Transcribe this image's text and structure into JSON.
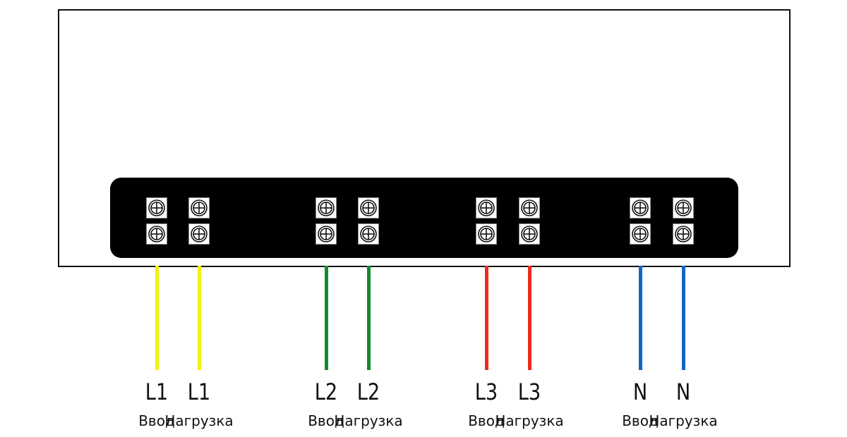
{
  "colors": {
    "frame": "#111111",
    "strip": "#000000",
    "L1": "#f2f20a",
    "L2": "#138a2d",
    "L3": "#ee2a1e",
    "N": "#1565c8"
  },
  "terminal_icon": "screw-terminal-icon",
  "wires": [
    {
      "id": "l1-in",
      "label": "L1",
      "role": "Ввод",
      "color": "#f2f20a"
    },
    {
      "id": "l1-load",
      "label": "L1",
      "role": "Нагрузка",
      "color": "#f2f20a"
    },
    {
      "id": "l2-in",
      "label": "L2",
      "role": "Ввод",
      "color": "#138a2d"
    },
    {
      "id": "l2-load",
      "label": "L2",
      "role": "Нагрузка",
      "color": "#138a2d"
    },
    {
      "id": "l3-in",
      "label": "L3",
      "role": "Ввод",
      "color": "#ee2a1e"
    },
    {
      "id": "l3-load",
      "label": "L3",
      "role": "Нагрузка",
      "color": "#ee2a1e"
    },
    {
      "id": "n-in",
      "label": "N",
      "role": "Ввод",
      "color": "#1565c8"
    },
    {
      "id": "n-load",
      "label": "N",
      "role": "Нагрузка",
      "color": "#1565c8"
    }
  ]
}
